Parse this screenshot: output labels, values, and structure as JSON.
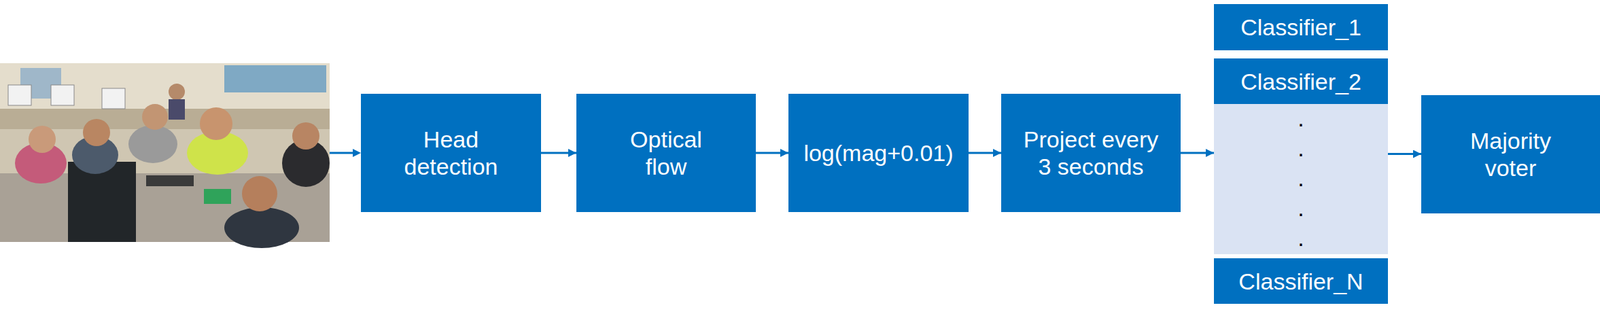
{
  "diagram": {
    "nodes": [
      {
        "text": [
          "Head detection"
        ]
      },
      {
        "text": [
          "Optical flow"
        ]
      },
      {
        "text": [
          "log(mag+0.01)"
        ]
      },
      {
        "text": [
          "Project every 3 seconds"
        ]
      },
      {
        "text": [
          ". . . . ."
        ]
      },
      {
        "text": [
          "Classifier_1"
        ],
        "in": 4
      },
      {
        "text": [
          "Classifier_2"
        ],
        "in": 4
      },
      {
        "text": [
          "Classifier_N"
        ],
        "in": 4
      },
      {
        "text": [
          "Majority voter"
        ]
      }
    ],
    "edges": [
      {
        "from": 0,
        "to": 1,
        "arrow": "to"
      },
      {
        "from": 1,
        "to": 2,
        "arrow": "to"
      },
      {
        "from": 2,
        "to": 3,
        "arrow": "to"
      },
      {
        "from": 3,
        "to": 4,
        "arrow": "to"
      },
      {
        "from": 4,
        "to": 8,
        "arrow": "to"
      }
    ]
  }
}
